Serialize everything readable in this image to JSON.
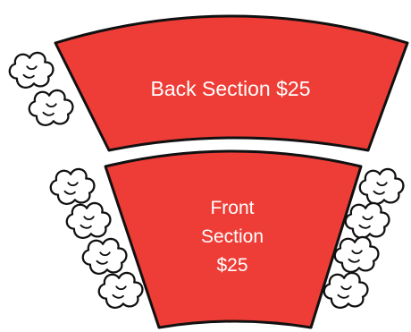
{
  "seating_map": {
    "back_section": {
      "label": "Back Section $25",
      "color": "#ee3d36"
    },
    "front_section": {
      "label_lines": [
        "Front",
        "Section",
        "$25"
      ],
      "color": "#ee3d36"
    },
    "decoration": "popcorn-clusters"
  }
}
